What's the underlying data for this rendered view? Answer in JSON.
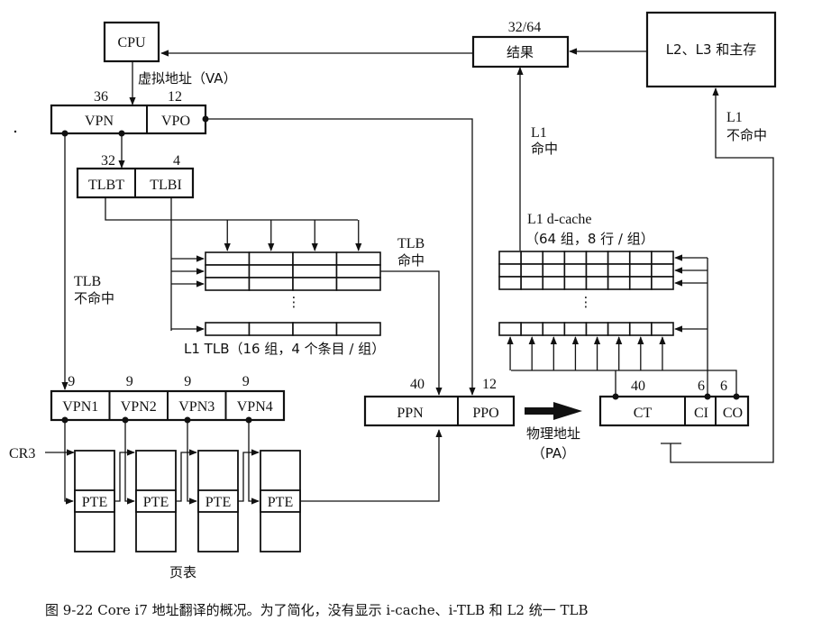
{
  "figure": {
    "caption": "图 9-22   Core i7 地址翻译的概况。为了简化，没有显示 i-cache、i-TLB 和 L2 统一 TLB"
  },
  "cpu": {
    "label": "CPU"
  },
  "va": {
    "label": "虚拟地址（VA）",
    "vpn": {
      "label": "VPN",
      "bits": "36"
    },
    "vpo": {
      "label": "VPO",
      "bits": "12"
    }
  },
  "tlb_index": {
    "tlbt": {
      "label": "TLBT",
      "bits": "32"
    },
    "tlbi": {
      "label": "TLBI",
      "bits": "4"
    }
  },
  "l1_tlb": {
    "label": "L1 TLB（16 组，4 个条目 / 组）",
    "sets": 16,
    "entries_per_set": 4,
    "ellipsis": "⋮"
  },
  "tlb_hit": {
    "line1": "TLB",
    "line2": "命中"
  },
  "tlb_miss": {
    "line1": "TLB",
    "line2": "不命中"
  },
  "vpn_levels": [
    {
      "label": "VPN1",
      "bits": "9"
    },
    {
      "label": "VPN2",
      "bits": "9"
    },
    {
      "label": "VPN3",
      "bits": "9"
    },
    {
      "label": "VPN4",
      "bits": "9"
    }
  ],
  "cr3": {
    "label": "CR3"
  },
  "page_tables": {
    "label": "页表",
    "pte_label": "PTE",
    "count": 4
  },
  "pa": {
    "label_line1": "物理地址",
    "label_line2": "（PA）",
    "ppn": {
      "label": "PPN",
      "bits": "40"
    },
    "ppo": {
      "label": "PPO",
      "bits": "12"
    }
  },
  "cache_addr": {
    "ct": {
      "label": "CT",
      "bits": "40"
    },
    "ci": {
      "label": "CI",
      "bits": "6"
    },
    "co": {
      "label": "CO",
      "bits": "6"
    }
  },
  "l1_dcache": {
    "label_line1": "L1 d-cache",
    "label_line2": "（64 组，8 行 / 组）",
    "sets": 64,
    "lines_per_set": 8,
    "ellipsis": "⋮"
  },
  "l1_hit": {
    "line1": "L1",
    "line2": "命中"
  },
  "l1_miss": {
    "line1": "L1",
    "line2": "不命中"
  },
  "result": {
    "label": "结果",
    "bits": "32/64"
  },
  "memory": {
    "label": "L2、L3 和主存"
  }
}
